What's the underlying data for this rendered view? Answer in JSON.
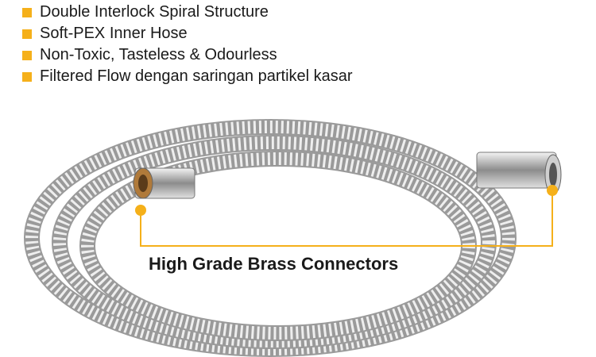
{
  "features": [
    "Double Interlock Spiral Structure",
    "Soft-PEX Inner Hose",
    "Non-Toxic, Tasteless & Odourless",
    "Filtered Flow dengan saringan partikel kasar"
  ],
  "callout": "High Grade Brass Connectors",
  "colors": {
    "accent": "#f5b01a",
    "text": "#1a1a1a",
    "chrome": "#b8b8b8"
  }
}
